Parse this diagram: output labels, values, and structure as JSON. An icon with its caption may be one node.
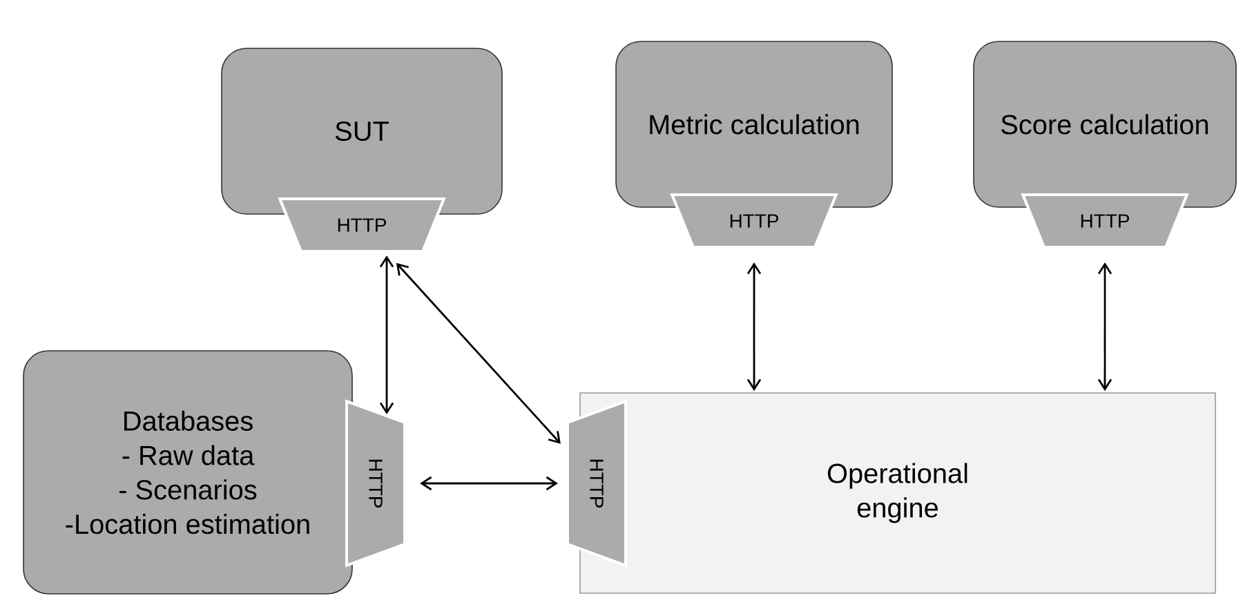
{
  "diagram": {
    "nodes": [
      {
        "text": [
          "SUT"
        ]
      },
      {
        "text": [
          "HTTP"
        ]
      },
      {
        "text": [
          "Metric calculation"
        ]
      },
      {
        "text": [
          "HTTP"
        ]
      },
      {
        "text": [
          "Score calculation"
        ]
      },
      {
        "text": [
          "HTTP"
        ]
      },
      {
        "text": [
          "Databases",
          "- Raw data",
          "- Scenarios",
          "-Location estimation"
        ]
      },
      {
        "text": [
          "HTTP"
        ]
      },
      {
        "text": [
          "Operational engine"
        ]
      },
      {
        "text": [
          "HTTP"
        ]
      }
    ],
    "edges": [
      {
        "from": 1,
        "to": 7,
        "arrow": "both"
      },
      {
        "from": 1,
        "to": 9,
        "arrow": "both"
      },
      {
        "from": 3,
        "to": 8,
        "arrow": "both"
      },
      {
        "from": 5,
        "to": 8,
        "arrow": "both"
      },
      {
        "from": 7,
        "to": 9,
        "arrow": "both"
      }
    ]
  }
}
